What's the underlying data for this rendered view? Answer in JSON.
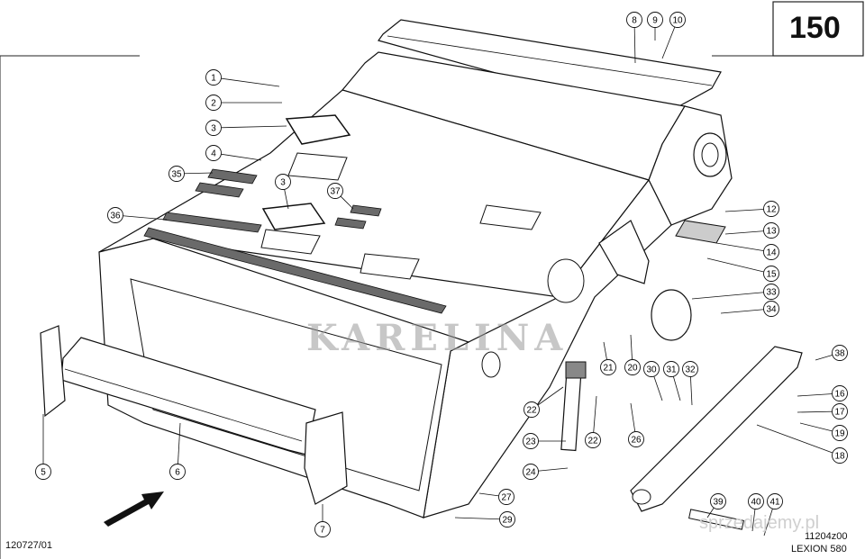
{
  "page_number": "150",
  "footer": {
    "drawing_code": "120727/01",
    "sheet_code": "11204z00",
    "model": "LEXION 580"
  },
  "watermark": {
    "text": "KARELINA",
    "site": "sprzedajemy.pl"
  },
  "callouts": [
    {
      "label": "1"
    },
    {
      "label": "2"
    },
    {
      "label": "3"
    },
    {
      "label": "4"
    },
    {
      "label": "35"
    },
    {
      "label": "3"
    },
    {
      "label": "37"
    },
    {
      "label": "36"
    },
    {
      "label": "5"
    },
    {
      "label": "6"
    },
    {
      "label": "7"
    },
    {
      "label": "8"
    },
    {
      "label": "9"
    },
    {
      "label": "10"
    },
    {
      "label": "12"
    },
    {
      "label": "13"
    },
    {
      "label": "14"
    },
    {
      "label": "15"
    },
    {
      "label": "33"
    },
    {
      "label": "34"
    },
    {
      "label": "38"
    },
    {
      "label": "16"
    },
    {
      "label": "17"
    },
    {
      "label": "19"
    },
    {
      "label": "18"
    },
    {
      "label": "30"
    },
    {
      "label": "31"
    },
    {
      "label": "32"
    },
    {
      "label": "26"
    },
    {
      "label": "21"
    },
    {
      "label": "20"
    },
    {
      "label": "22"
    },
    {
      "label": "22"
    },
    {
      "label": "23"
    },
    {
      "label": "24"
    },
    {
      "label": "27"
    },
    {
      "label": "29"
    },
    {
      "label": "39"
    },
    {
      "label": "40"
    },
    {
      "label": "41"
    }
  ]
}
